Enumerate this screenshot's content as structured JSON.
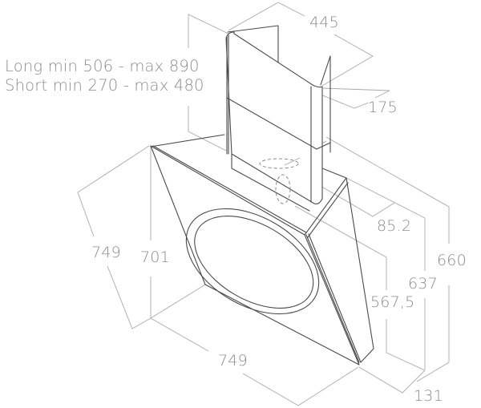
{
  "diagram": {
    "subject": "Angled wall-mounted cooker hood with telescopic chimney - dimensional drawing",
    "colors": {
      "object_line": "#4a4a4a",
      "dimension_line": "#a9a9a9",
      "label_text": "#8c8c8c",
      "background": "#ffffff"
    },
    "chimney_note": {
      "long": "Long min 506 - max 890",
      "short": "Short min 270 - max 480"
    },
    "dimensions": {
      "chimney_width": "445",
      "chimney_depth": "175",
      "outlet_offset": "85.2",
      "hood_height_outer": "660",
      "hood_height_mid": "637",
      "hood_height_inner": "567,5",
      "hood_depth": "131",
      "glass_height": "701",
      "glass_diagonal": "749",
      "hood_width": "749"
    }
  }
}
